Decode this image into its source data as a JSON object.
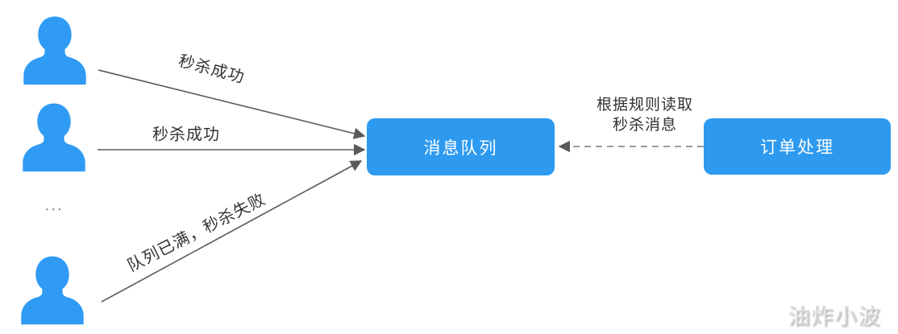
{
  "diagram": {
    "nodes": {
      "message_queue": {
        "label": "消息队列"
      },
      "order_processing": {
        "label": "订单处理"
      }
    },
    "users": [
      {
        "name": "user-1"
      },
      {
        "name": "user-2"
      },
      {
        "name": "user-3"
      }
    ],
    "ellipsis": "...",
    "edges": [
      {
        "from": "user-1",
        "to": "message_queue",
        "label": "秒杀成功",
        "style": "solid"
      },
      {
        "from": "user-2",
        "to": "message_queue",
        "label": "秒杀成功",
        "style": "solid"
      },
      {
        "from": "user-3",
        "to": "message_queue",
        "label": "队列已满，秒杀失败",
        "style": "solid"
      },
      {
        "from": "order_processing",
        "to": "message_queue",
        "label_line1": "根据规则读取",
        "label_line2": "秒杀消息",
        "style": "dashed"
      }
    ],
    "watermark": "油炸小波",
    "colors": {
      "node_blue": "#2d9af0",
      "user_blue": "#2f9bf4",
      "arrow_gray": "#5a5a5a",
      "dash_gray": "#7a7a7a",
      "label_dark": "#333333",
      "watermark_gray": "#d6d6d6"
    }
  }
}
